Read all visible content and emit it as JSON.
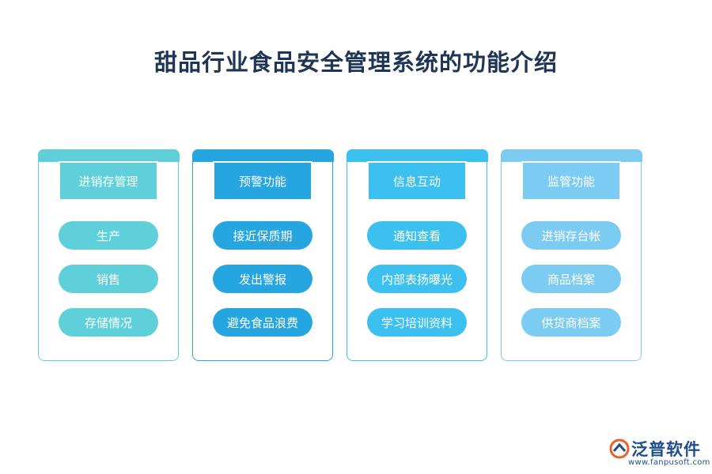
{
  "title": "甜品行业食品安全管理系统的功能介绍",
  "panels": [
    {
      "header": "进销存管理",
      "items": [
        "生产",
        "销售",
        "存储情况"
      ],
      "color": "#5fd0da"
    },
    {
      "header": "预警功能",
      "items": [
        "接近保质期",
        "发出警报",
        "避免食品浪费"
      ],
      "color": "#26a6e0"
    },
    {
      "header": "信息互动",
      "items": [
        "通知查看",
        "内部表扬曝光",
        "学习培训资料"
      ],
      "color": "#3cc0ef"
    },
    {
      "header": "监管功能",
      "items": [
        "进销存台帐",
        "商品档案",
        "供货商档案"
      ],
      "color": "#7ccbf3"
    }
  ],
  "watermark": "泛普软件",
  "logo": {
    "name": "泛普软件",
    "url": "www.fanpusoft.com"
  }
}
